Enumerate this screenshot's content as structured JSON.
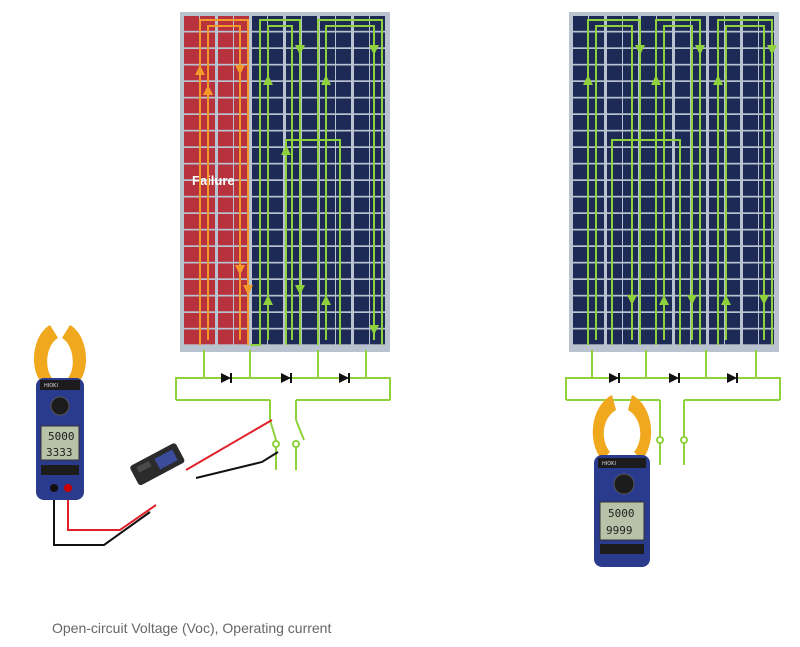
{
  "caption": "Open-circuit Voltage (Voc), Operating current",
  "left_panel": {
    "failure_label": "Failure"
  },
  "left_meter": {
    "brand": "HIOKI",
    "display_top": "5000",
    "display_bottom": "3333"
  },
  "right_meter": {
    "brand": "HIOKI",
    "display_top": "5000",
    "display_bottom": "9999"
  },
  "colors": {
    "panel_cell": "#1c2a55",
    "panel_frame": "#b9c2cf",
    "failure_cell": "#b8323d",
    "current_path": "#8ed13c",
    "failure_path": "#f39a2b",
    "wire_red": "#e0202a",
    "wire_black": "#111111",
    "clamp_yellow": "#f0a81e",
    "meter_body": "#2a3a8c"
  }
}
